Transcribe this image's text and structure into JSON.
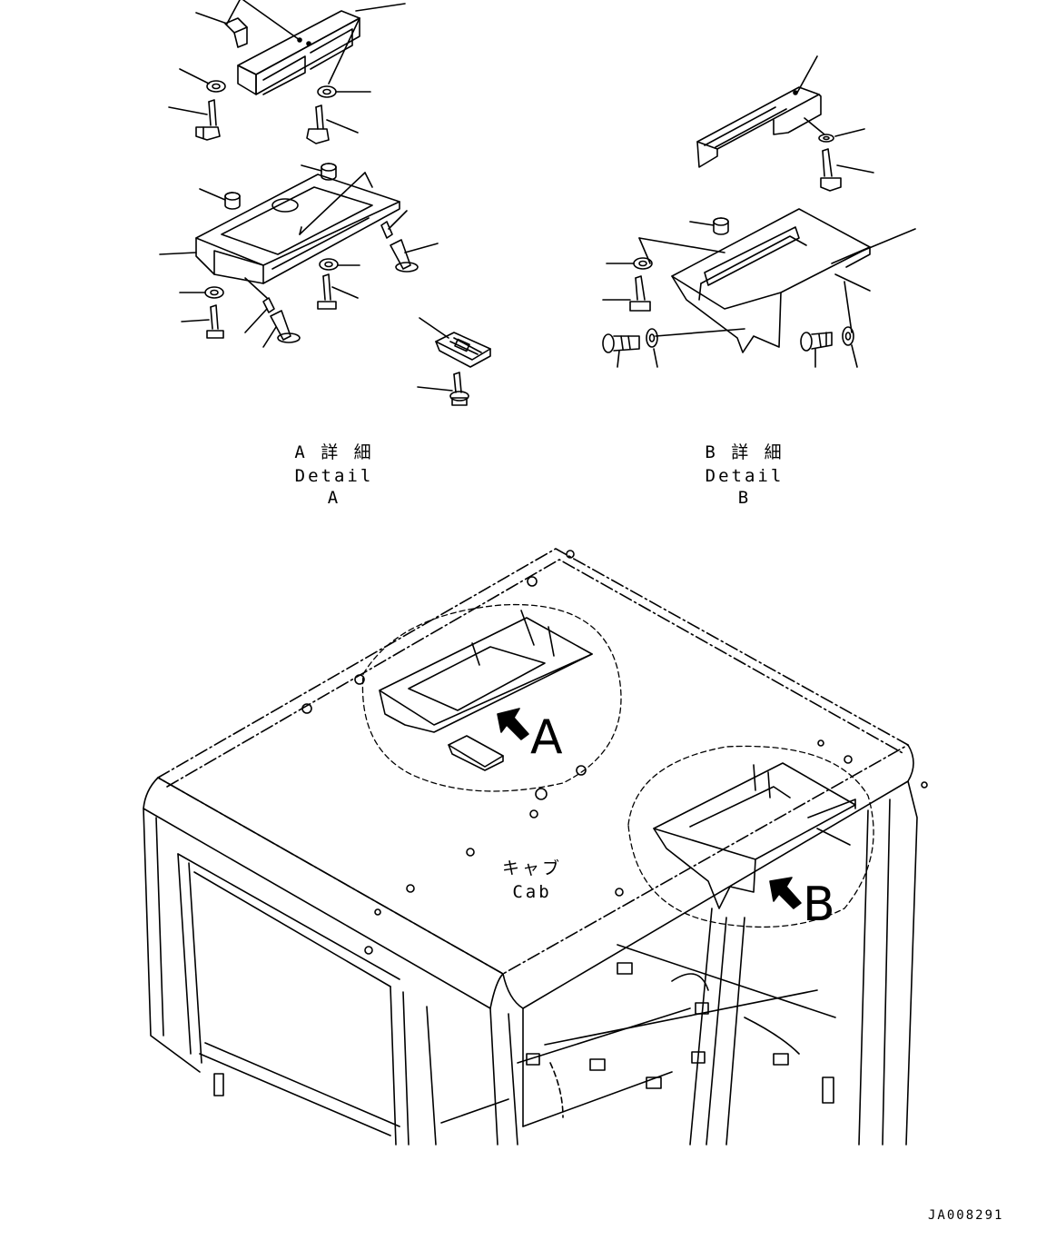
{
  "detail_a": {
    "title_jp": "A 詳 細",
    "title_en": "Detail A"
  },
  "detail_b": {
    "title_jp": "B 詳 細",
    "title_en": "Detail B"
  },
  "cab": {
    "label_jp": "キャブ",
    "label_en": "Cab"
  },
  "callouts": {
    "a": "A",
    "b": "B"
  },
  "drawing_code": "JA008291"
}
